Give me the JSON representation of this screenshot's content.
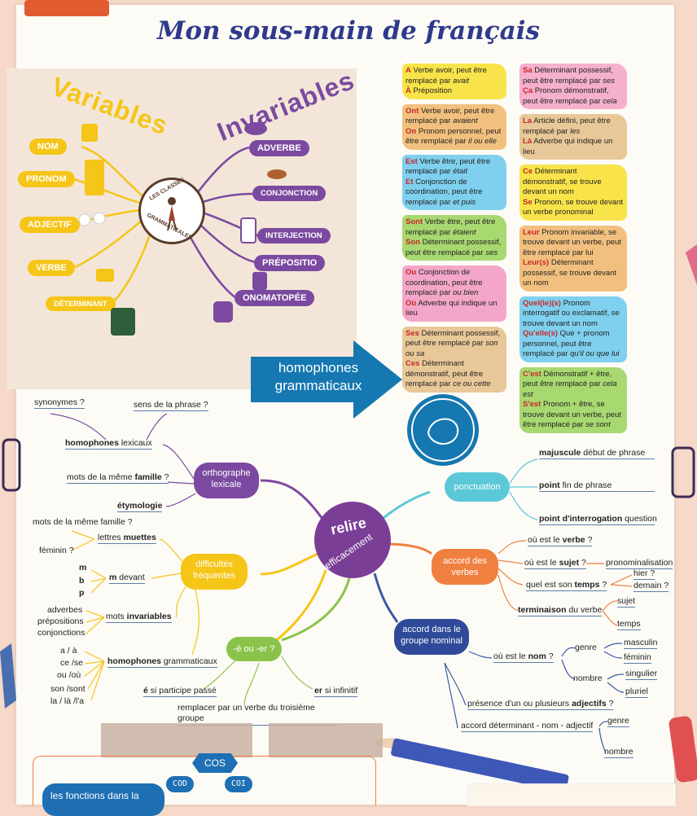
{
  "title": "Mon sous-main de français",
  "variables_word": "Variables",
  "invariables_word": "Invariables",
  "center_seal": {
    "top": "LES CLASSES",
    "bottom": "GRAMMATICALES"
  },
  "variables_items": [
    "NOM",
    "PRONOM",
    "ADJECTIF",
    "VERBE",
    "DÉTERMINANT"
  ],
  "invariables_items": [
    "ADVERBE",
    "CONJONCTION",
    "INTERJECTION",
    "PRÉPOSITIO",
    "ONOMATOPÉE"
  ],
  "arrow_label_line1": "homophones",
  "arrow_label_line2": "grammaticaux",
  "homophones_left": [
    {
      "lines": [
        [
          "A",
          "Verbe avoir, peut être remplacé par ",
          "avait"
        ],
        [
          "À",
          "Préposition",
          ""
        ]
      ],
      "color": "#f8e44a"
    },
    {
      "lines": [
        [
          "Ont",
          "Verbe avoir, peut être remplacé par ",
          "avaient"
        ],
        [
          "On",
          "Pronom personnel, peut être remplacé par ",
          "il ou elle"
        ]
      ],
      "color": "#f2c07e"
    },
    {
      "lines": [
        [
          "Est",
          "Verbe être, peut être remplacé par ",
          "était"
        ],
        [
          "Et",
          "Conjonction de coordination, peut être remplacé par ",
          "et puis"
        ]
      ],
      "color": "#7fd0ee"
    },
    {
      "lines": [
        [
          "Sont",
          "Verbe être, peut être remplacé par ",
          "étaient"
        ],
        [
          "Son",
          "Déterminant possessif, peut être remplacé par ",
          "ses"
        ]
      ],
      "color": "#a8d870"
    },
    {
      "lines": [
        [
          "Ou",
          "Conjonction de coordination, peut être remplacé par ",
          "ou bien"
        ],
        [
          "Où",
          "Adverbe qui indique un lieu",
          ""
        ]
      ],
      "color": "#f4a6c8"
    },
    {
      "lines": [
        [
          "Ses",
          "Déterminant possessif, peut être remplacé par ",
          "son ou sa"
        ],
        [
          "Ces",
          "Déterminant démonstratif, peut être remplacé par ",
          "ce ou cette"
        ]
      ],
      "color": "#e8c898"
    }
  ],
  "homophones_right": [
    {
      "lines": [
        [
          "Sa",
          "Déterminant possessif, peut être remplacé par ",
          "ses"
        ],
        [
          "Ça",
          "Pronom démonstratif, peut être remplacé par ",
          "cela"
        ]
      ],
      "color": "#f4b0cc"
    },
    {
      "lines": [
        [
          "La",
          "Article défini, peut être remplacé par ",
          "les"
        ],
        [
          "Là",
          "Adverbe qui indique un lieu",
          ""
        ]
      ],
      "color": "#e8c898"
    },
    {
      "lines": [
        [
          "Ce",
          "Déterminant démonstratif, se trouve devant un nom",
          ""
        ],
        [
          "Se",
          "Pronom, se trouve devant un verbe pronominal",
          ""
        ]
      ],
      "color": "#f8e44a"
    },
    {
      "lines": [
        [
          "Leur",
          "Pronom invariable, se trouve devant un verbe, peut être remplacé par lui",
          ""
        ],
        [
          "Leur(s)",
          "Déterminant possessif, se trouve devant un nom",
          ""
        ]
      ],
      "color": "#f2c07e"
    },
    {
      "lines": [
        [
          "Quel(le)(s)",
          "Pronom interrogatif ou exclamatif, se trouve devant un nom",
          ""
        ],
        [
          "Qu'elle(s)",
          "Que + pronom personnel, peut être remplacé par ",
          "qu'il ou que lui"
        ]
      ],
      "color": "#7fd0ee"
    },
    {
      "lines": [
        [
          "C'est",
          "Démonstratif + être, peut être remplacé par ",
          "cela est"
        ],
        [
          "S'est",
          "Pronom + être, se trouve devant un verbe, peut être remplacé par ",
          "se sont"
        ]
      ],
      "color": "#a8d870"
    }
  ],
  "mindmap": {
    "center_line1": "relire",
    "center_line2": "efficacement",
    "orthographe": "orthographe lexicale",
    "difficultes": "difficultés fréquentes",
    "e_er": "-é ou -er ?",
    "ponctuation": "ponctuation",
    "accord_verbes": "accord des verbes",
    "accord_groupe": "accord dans le groupe nominal",
    "synonymes": "synonymes ?",
    "sens": "sens de la phrase  ?",
    "homophones_lexicaux_b": "homophones",
    "homophones_lexicaux": " lexicaux",
    "mots_famille": "mots de la même ",
    "famille_b": "famille",
    "famille_q": " ?",
    "etymologie": "étymologie",
    "mots_famille2": "mots de la même famille ?",
    "lettres": "lettres ",
    "muettes": "muettes",
    "feminin": "féminin ?",
    "m": "m",
    "b": "b",
    "p": "p",
    "m_devant_b": "m",
    "m_devant": " devant",
    "adverbes": "adverbes",
    "prepositions": "prépositions",
    "conjonctions": "conjonctions",
    "mots": "mots ",
    "invariables": "invariables",
    "aa": "a / à",
    "cese": "ce /se",
    "ouou": "ou /où",
    "sonsont": "son /sont",
    "lala": "la / là /l'a",
    "hom_g_b": "homophones",
    "hom_g": " grammaticaux",
    "e_b": "é",
    "e_passe": " si participe passé",
    "er_b": "er",
    "er_inf": " si infinitif",
    "remplacer": "remplacer par un verbe du troisième groupe",
    "majuscule_b": "majuscule",
    "majuscule": "  début de phrase",
    "point_b": "point",
    "point": "  fin de phrase",
    "point_int_b": "point d'interrogation",
    "point_int": " question",
    "ou_verbe": "où est le ",
    "verbe_b": "verbe",
    "verbe_q": "  ?",
    "ou_sujet": "où est le ",
    "sujet_b": "sujet",
    "sujet_q": " ?",
    "pronominalisation": "pronominalisation",
    "quel_temps": "quel est son ",
    "temps_b": "temps",
    "temps_q": " ?",
    "hier": "hier ?",
    "demain": "demain ?",
    "terminaison_b": "terminaison",
    "terminaison": " du verbe",
    "sujet2": "sujet",
    "temps2": "temps",
    "ou_nom": "où est le ",
    "nom_b": "nom",
    "nom_q": "  ?",
    "genre": "genre",
    "nombre": "nombre",
    "masculin": "masculin",
    "feminin2": "féminin",
    "singulier": "singulier",
    "pluriel": "pluriel",
    "presence": "présence d'un ou plusieurs ",
    "adjectifs_b": "adjectifs",
    "presence_q": " ?",
    "accord_det": "accord déterminant - nom - adjectif",
    "genre2": "genre",
    "nombre2": "nombre"
  },
  "bottom": {
    "cos": "COS",
    "cod": "COD",
    "coi": "COI",
    "fonctions": "les fonctions dans la"
  }
}
